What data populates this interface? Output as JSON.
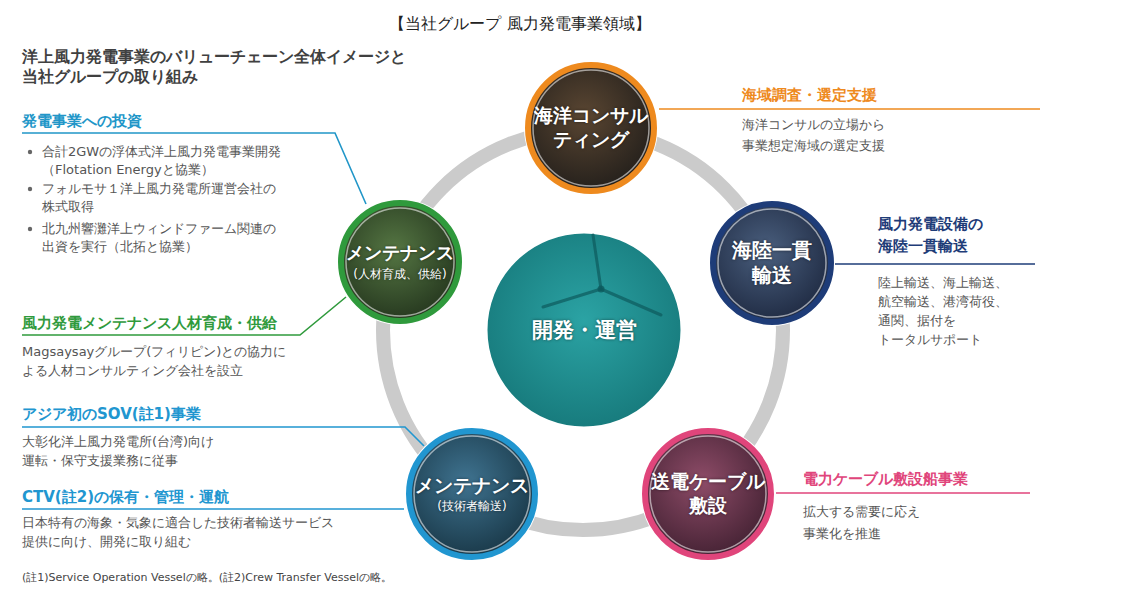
{
  "diagram": {
    "title": "【当社グループ 風力発電事業領域】",
    "nodes": [
      {
        "text": [
          "海洋コンサル ティング"
        ]
      },
      {
        "text": [
          "海陸一貫 輸送"
        ]
      },
      {
        "text": [
          "送電ケーブル 敷設"
        ]
      },
      {
        "text": [
          "メンテナンス",
          "(技術者輸送)"
        ]
      },
      {
        "text": [
          "メンテナンス",
          "(人材育成、供給)"
        ]
      },
      {
        "text": [
          "開発・運営"
        ]
      }
    ],
    "labels": [
      "洋上風力発電事業のバリューチェーン全体イメージと 当社グループの取り組み",
      "発電事業への投資",
      "合計2GWの浮体式洋上風力発電事業開発 （Flotation Energyと協業）",
      "フォルモサ１洋上風力発電所運営会社の 株式取得",
      "北九州響灘洋上ウィンドファーム関連の 出資を実行（北拓と協業）",
      "風力発電メンテナンス人材育成・供給",
      "Magsaysayグループ(フィリピン)との協力に よる人材コンサルティング会社を設立",
      "アジア初のSOV(註1)事業",
      "大彰化洋上風力発電所(台湾)向け 運転・保守支援業務に従事",
      "CTV(註2)の保有・管理・運航",
      "日本特有の海象・気象に適合した技術者輸送サービス 提供に向け、開発に取り組む",
      "(註1)Service Operation Vesselの略。(註2)Crew Transfer Vesselの略。",
      "海域調査・選定支援",
      "海洋コンサルの立場から 事業想定海域の選定支援",
      "風力発電設備の 海陸一貫輸送",
      "陸上輸送、海上輸送、 航空輸送、港湾荷役、 通関、据付を トータルサポート",
      "電力ケーブル敷設船事業",
      "拡大する需要に応え 事業化を推進"
    ]
  }
}
